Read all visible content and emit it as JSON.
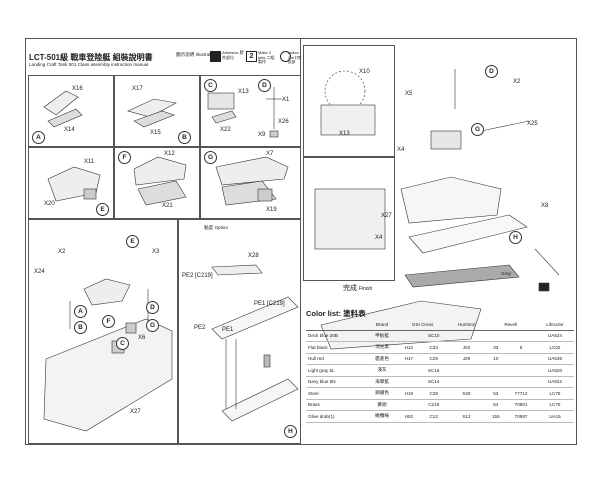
{
  "header": {
    "title": "LCT-501級 戰車登陸艇 組裝說明書",
    "subtitle": "Landing Craft Tank 501 Class assembly instruction manual",
    "symbols": [
      {
        "icon": "glue-icon",
        "label": "Adhesive 膠合部位"
      },
      {
        "icon": "repeat-icon",
        "value": "2",
        "label": "Make 2 sets 二組製作"
      },
      {
        "icon": "hole-icon",
        "label": "Hollow Out 打開此部"
      }
    ],
    "illustration_label": "圖示說明 Illustration"
  },
  "steps_left": [
    {
      "step": "A",
      "parts": [
        "X16",
        "X14"
      ]
    },
    {
      "step": "B",
      "parts": [
        "X17",
        "X15"
      ]
    },
    {
      "step": "C",
      "parts": [
        "X13",
        "X22"
      ]
    },
    {
      "step": "D",
      "parts": [
        "X1",
        "X26",
        "X9"
      ]
    },
    {
      "step": "E",
      "parts": [
        "X11",
        "X20"
      ]
    },
    {
      "step": "F",
      "parts": [
        "X12",
        "X21"
      ]
    },
    {
      "step": "G",
      "parts": [
        "X7",
        "X19"
      ]
    }
  ],
  "hull_assembly": {
    "parts": [
      "X2",
      "X3",
      "X24",
      "X6",
      "X27"
    ],
    "sub_steps": [
      "A",
      "B",
      "C",
      "D",
      "E",
      "F",
      "G"
    ]
  },
  "step_h_left": {
    "step": "H",
    "parts": [
      "X28",
      "PE2 [C219]",
      "PE1 [C219]",
      "PE2",
      "PE1"
    ],
    "note": "黏度 Option"
  },
  "right_top": {
    "parts": [
      "X10",
      "X5",
      "X13",
      "D",
      "X2",
      "X25",
      "G",
      "X4",
      "X27",
      "X8",
      "H",
      "X4"
    ],
    "gray_label": "Gray"
  },
  "finish_label": "完成",
  "finish_label_en": "Finish",
  "color_list": {
    "title": "Color list: 塗料表",
    "columns": [
      "",
      "Brand",
      "GSI Creos",
      "",
      "Humbrol",
      "Revell",
      "Lifecolor"
    ],
    "rows": [
      [
        "Deck blue 20B",
        "甲板藍",
        "",
        "SC10",
        "",
        "",
        "",
        "UA624"
      ],
      [
        "Flat black",
        "消光黑",
        "H12",
        "C33",
        "J03",
        "33",
        "8",
        "LC02"
      ],
      [
        "Hull red",
        "艦底色",
        "H17",
        "C29",
        "J29",
        "10",
        "",
        "UA636"
      ],
      [
        "Light gray 5L",
        "淺灰",
        "",
        "SC16",
        "",
        "",
        "",
        "UA620"
      ],
      [
        "Navy blue 5N",
        "海軍藍",
        "",
        "SC14",
        "",
        "",
        "",
        "UA622"
      ],
      [
        "Steel",
        "鋼鐵色",
        "H18",
        "C28",
        "S28",
        "53",
        "77712",
        "LC76"
      ],
      [
        "Brass",
        "黃銅",
        "",
        "C219",
        "",
        "54",
        "70801",
        "LC75"
      ],
      [
        "Olive drab(1)",
        "橄欖綠",
        "H52",
        "C12",
        "S12",
        "155",
        "70887",
        "UA15"
      ]
    ]
  }
}
